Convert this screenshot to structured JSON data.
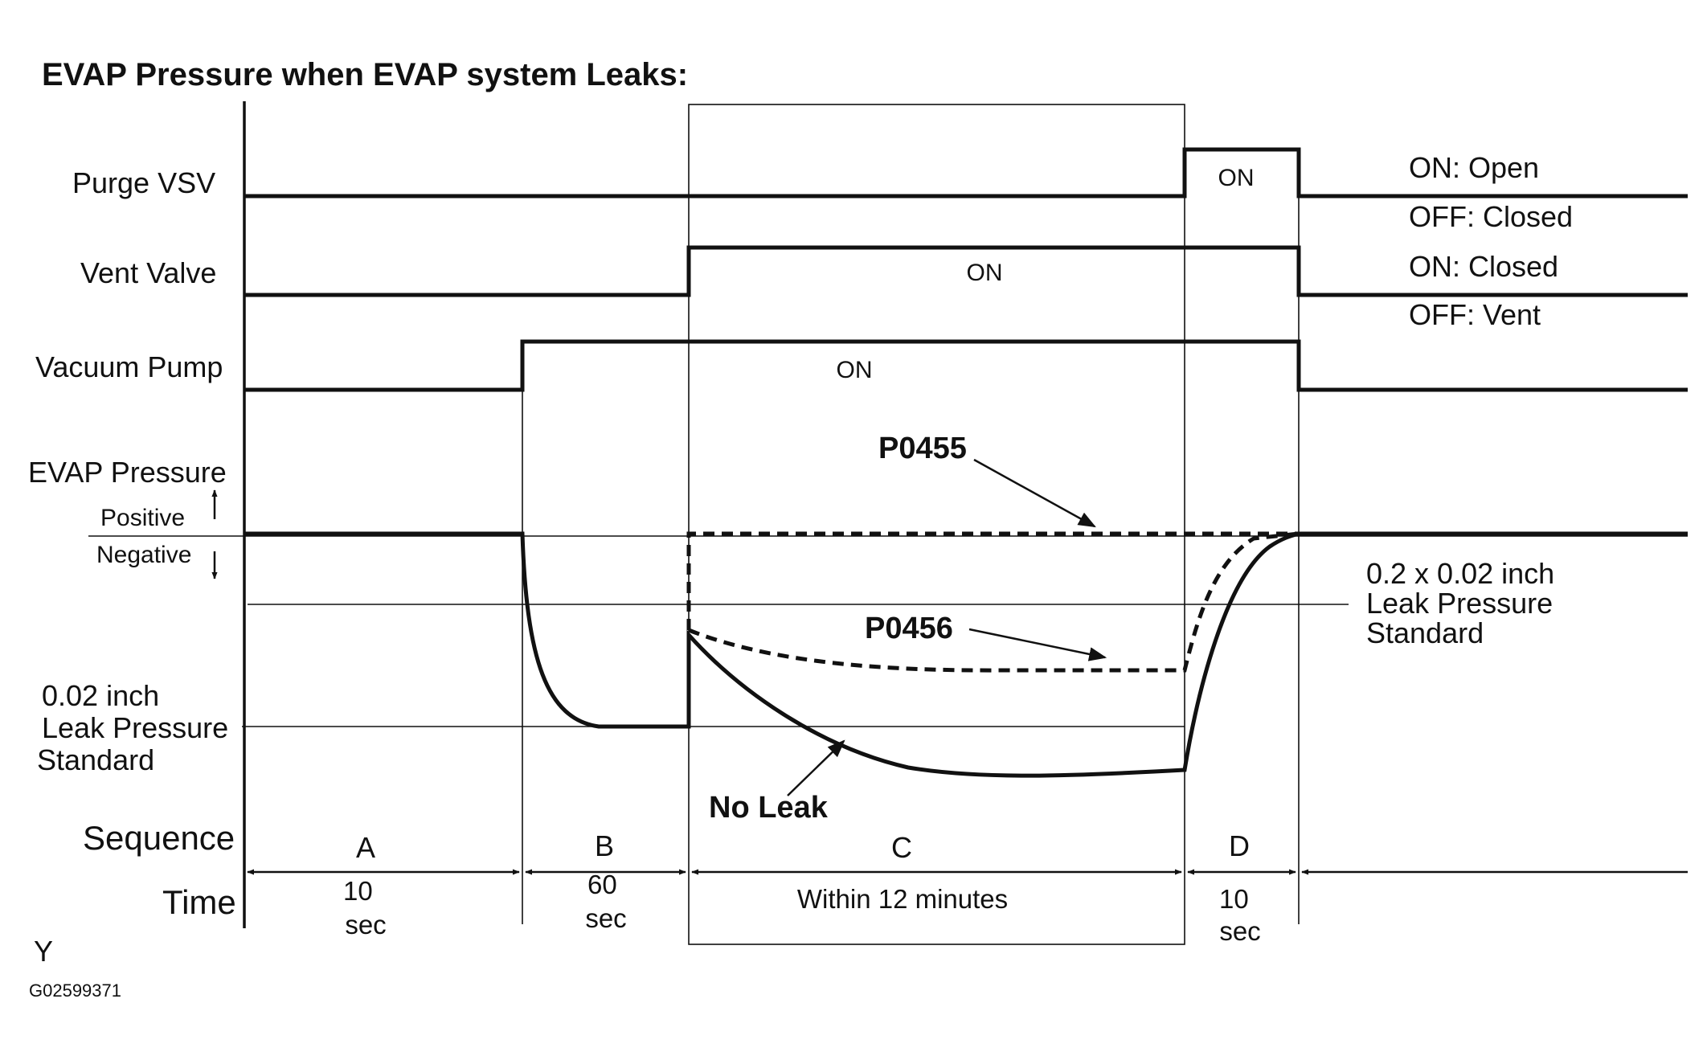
{
  "title": "EVAP Pressure when EVAP system Leaks:",
  "signals": {
    "purge_vsv": {
      "label": "Purge VSV",
      "on_text": "ON",
      "legend_on": "ON: Open",
      "legend_off": "OFF: Closed"
    },
    "vent_valve": {
      "label": "Vent Valve",
      "on_text": "ON",
      "legend_on": "ON: Closed",
      "legend_off": "OFF: Vent"
    },
    "vacuum_pump": {
      "label": "Vacuum Pump",
      "on_text": "ON"
    }
  },
  "pressure": {
    "label": "EVAP Pressure",
    "positive": "Positive",
    "negative": "Negative",
    "leak_002": [
      "0.02 inch",
      "Leak Pressure",
      "Standard"
    ],
    "leak_02x002": [
      "0.2 x 0.02 inch",
      "Leak Pressure",
      "Standard"
    ],
    "codes": {
      "p0455": "P0455",
      "p0456": "P0456",
      "no_leak": "No Leak"
    }
  },
  "sequence": {
    "label": "Sequence",
    "time_label": "Time",
    "phases": [
      {
        "name": "A",
        "time": [
          "10",
          "sec"
        ]
      },
      {
        "name": "B",
        "time": [
          "60",
          "sec"
        ]
      },
      {
        "name": "C",
        "time": [
          "Within 12 minutes"
        ]
      },
      {
        "name": "D",
        "time": [
          "10",
          "sec"
        ]
      }
    ]
  },
  "footer": {
    "corner": "Y",
    "figure_id": "G02599371"
  }
}
